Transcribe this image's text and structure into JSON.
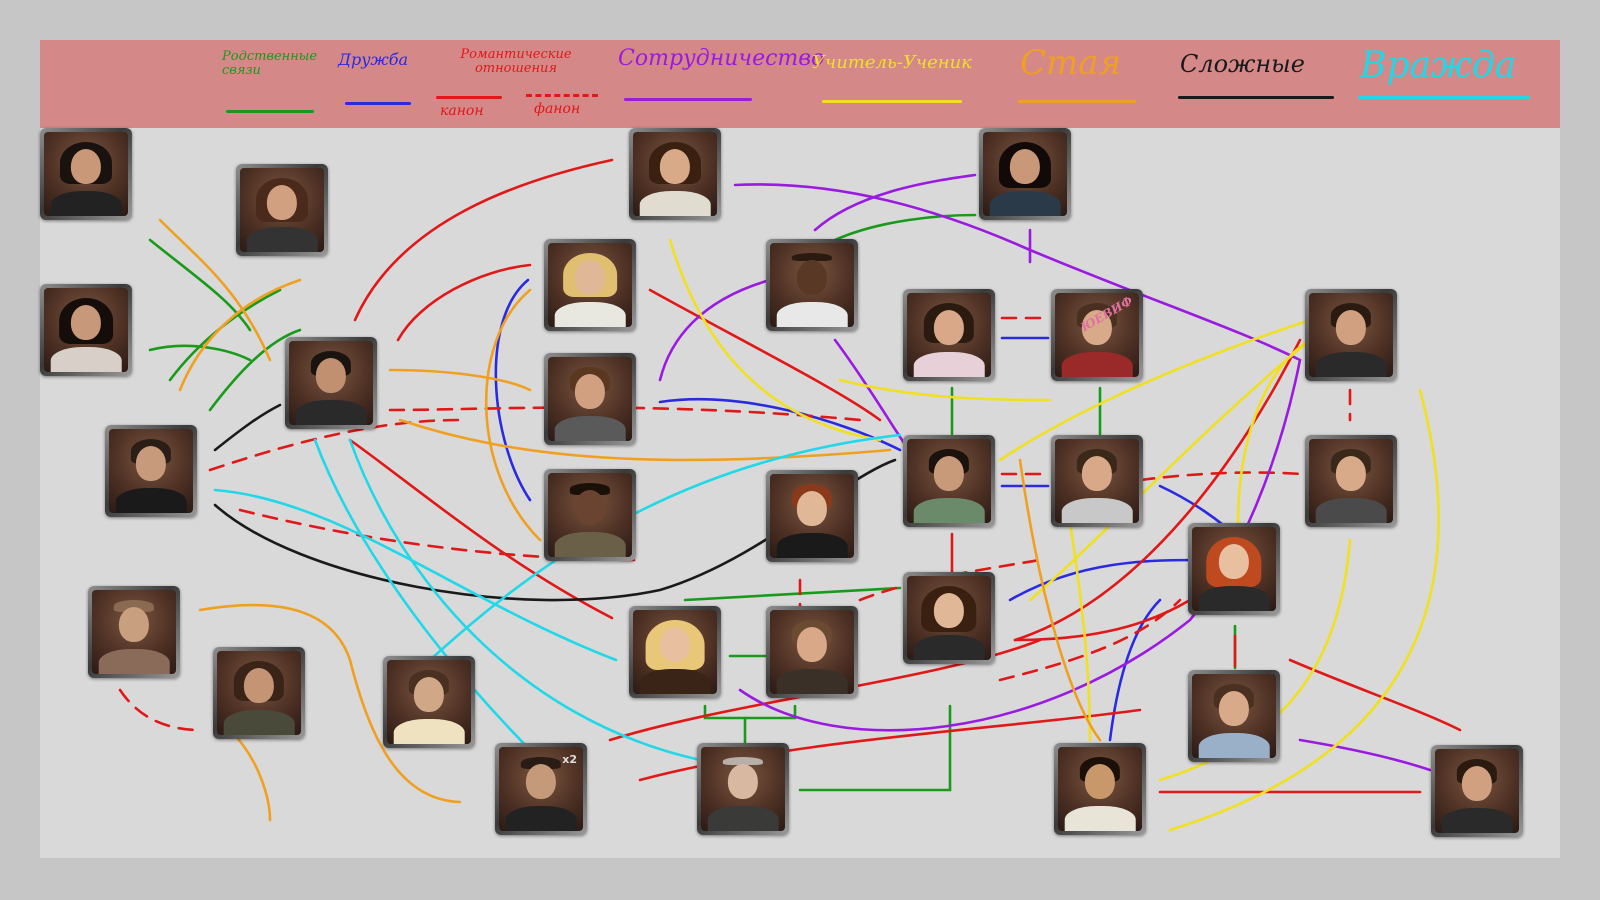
{
  "legend": {
    "kinship": "Родственные связи",
    "friendship": "Дружба",
    "romance": "Романтические отношения",
    "canon": "канон",
    "fanon": "фанон",
    "cooperation": "Сотрудничество",
    "mentor": "Учитель-Ученик",
    "pack": "Стая",
    "complicated": "Сложные",
    "enmity": "Вражда"
  },
  "colors": {
    "kinship": "#1a9a1a",
    "friendship": "#2a2ae0",
    "romance": "#e01818",
    "cooperation": "#9a1ae0",
    "mentor": "#f0e020",
    "pack": "#f0a020",
    "complicated": "#1a1a1a",
    "enmity": "#20d8e8",
    "legend_bg": "#d48888",
    "board_bg": "#d9d9d9"
  },
  "portrait_labels": {
    "stiles_overlay": "ЮЕВИФ",
    "twins_badge": "x2"
  }
}
